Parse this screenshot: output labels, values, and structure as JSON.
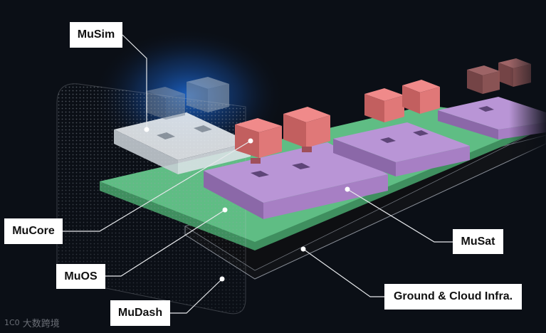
{
  "labels": {
    "musim": "MuSim",
    "mucore": "MuCore",
    "muos": "MuOS",
    "mudash": "MuDash",
    "musat": "MuSat",
    "ground": "Ground & Cloud Infra."
  },
  "watermark": {
    "text": "大数跨境",
    "icon": "1C0-logo-icon"
  },
  "colors": {
    "background": "#0b0f16",
    "ground_layer": "#0e0f12",
    "board": "#5fbd84",
    "satellite_platform": "#a77fc4",
    "payload_cube": "#e07878",
    "sim_platform": "#dde3e8",
    "glow": "#1e6fe0",
    "dot_panel": "#9aa3ad"
  }
}
